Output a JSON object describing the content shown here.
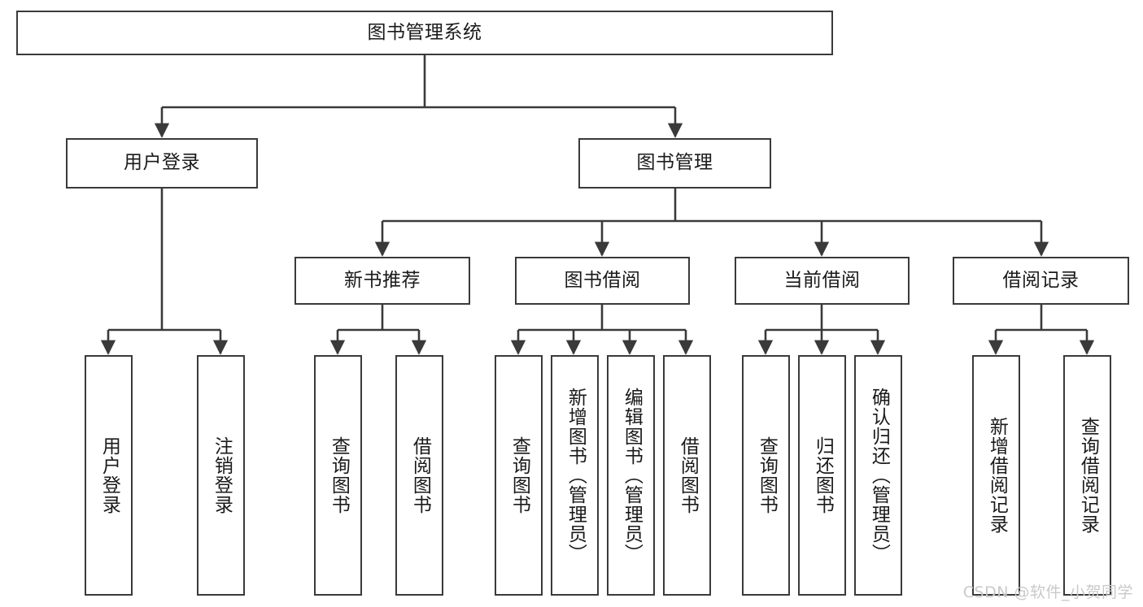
{
  "diagram": {
    "title": "图书管理系统",
    "type": "tree-hierarchy-chart",
    "background_color": "#ffffff",
    "box_border_color": "#3a3a3a",
    "text_color": "#1a1a1a",
    "root": {
      "label": "图书管理系统"
    },
    "level2": [
      {
        "label": "用户登录"
      },
      {
        "label": "图书管理"
      }
    ],
    "level3": [
      {
        "label": "新书推荐"
      },
      {
        "label": "图书借阅"
      },
      {
        "label": "当前借阅"
      },
      {
        "label": "借阅记录"
      }
    ],
    "leaves": {
      "user_login": [
        {
          "label": "用户登录"
        },
        {
          "label": "注销登录"
        }
      ],
      "new_book_recommend": [
        {
          "label": "查询图书"
        },
        {
          "label": "借阅图书"
        }
      ],
      "book_borrow": [
        {
          "label": "查询图书"
        },
        {
          "label": "新增图书（管理员）"
        },
        {
          "label": "编辑图书（管理员）"
        },
        {
          "label": "借阅图书"
        }
      ],
      "current_borrow": [
        {
          "label": "查询图书"
        },
        {
          "label": "归还图书"
        },
        {
          "label": "确认归还（管理员）"
        }
      ],
      "borrow_record": [
        {
          "label": "新增借阅记录"
        },
        {
          "label": "查询借阅记录"
        }
      ]
    }
  },
  "watermark": {
    "text": "CSDN @软件_小贺同学"
  }
}
